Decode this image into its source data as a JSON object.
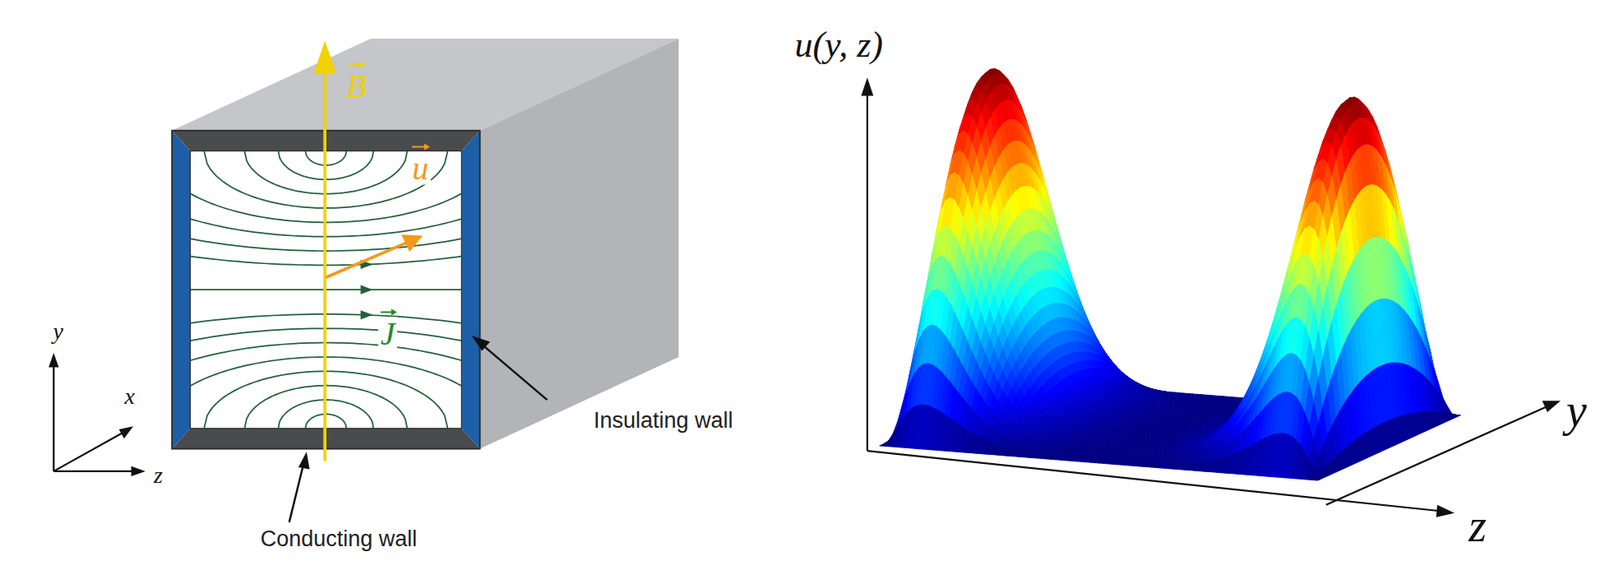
{
  "diagram": {
    "labels": [
      "B",
      "u",
      "J",
      "y",
      "x",
      "z",
      "Insulating wall",
      "Conducting wall",
      "u(y, z)",
      "y",
      "z"
    ]
  }
}
